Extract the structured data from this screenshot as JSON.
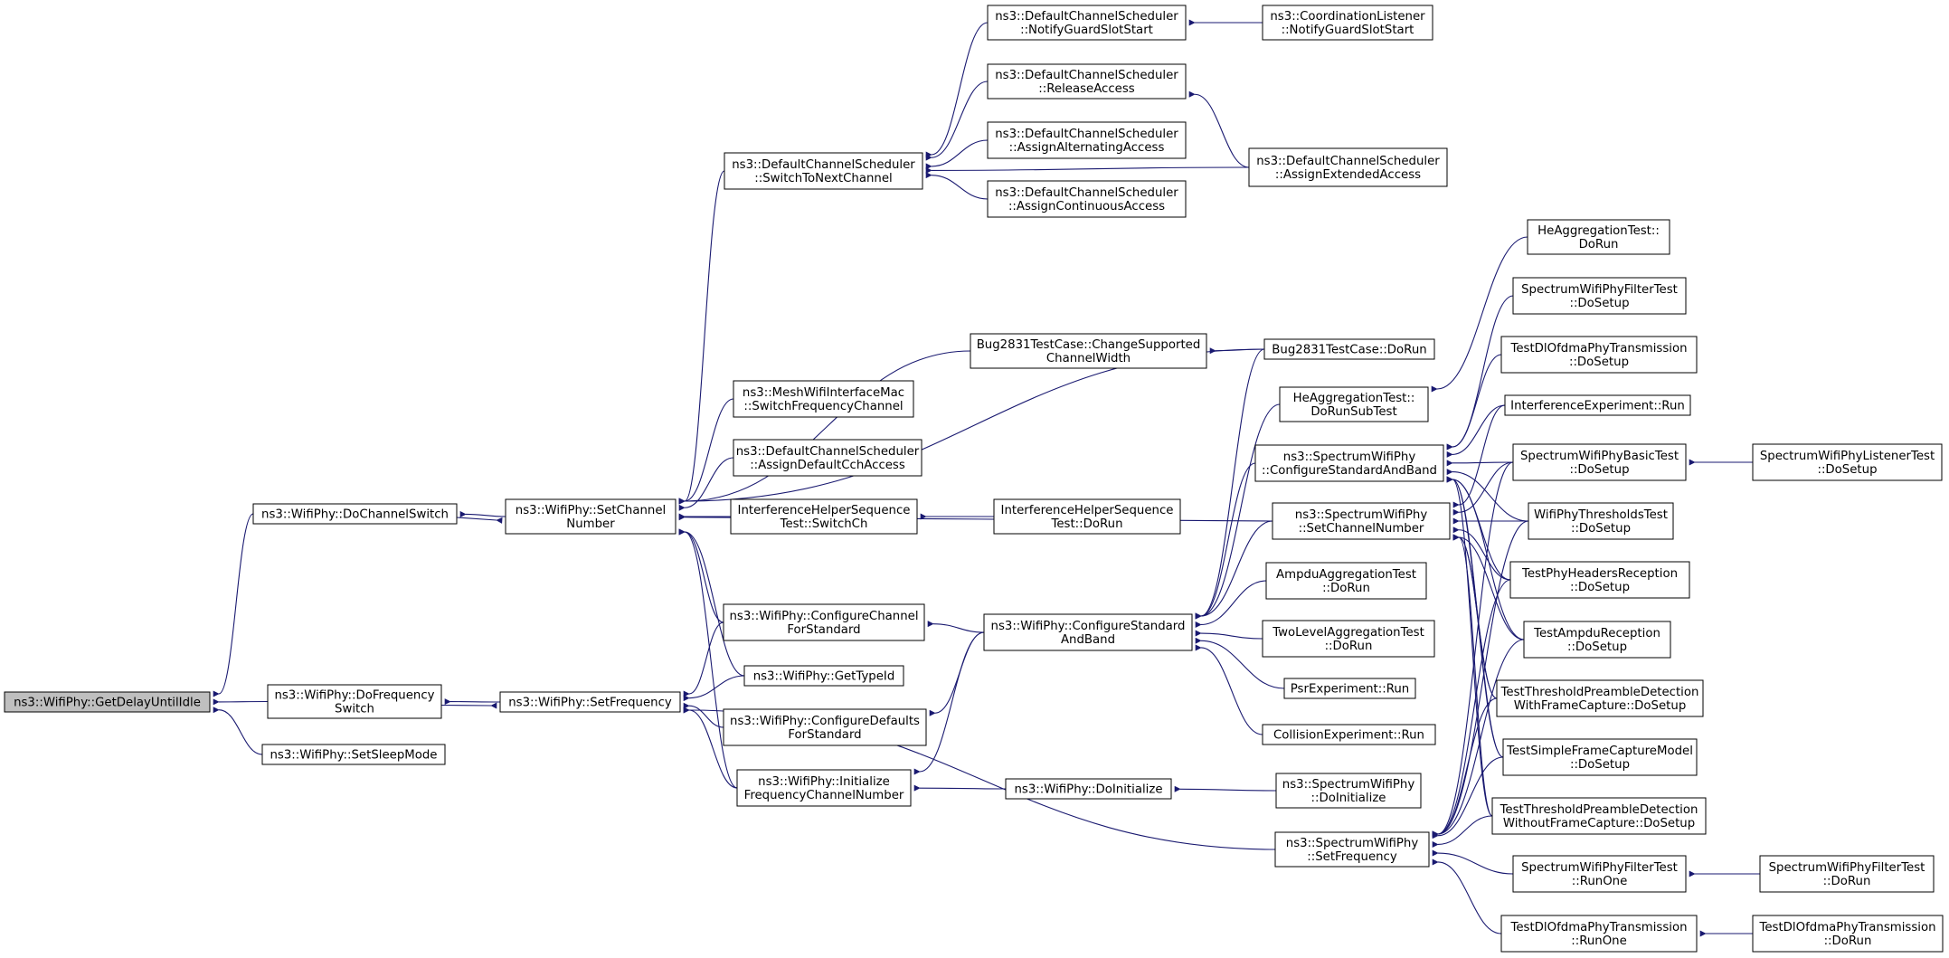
{
  "graph": {
    "colors": {
      "edge": "#191970",
      "node_border": "#000000",
      "node_fill": "#ffffff",
      "focus_fill": "#bfbfbf"
    },
    "nodes": [
      {
        "id": "getdelay",
        "lines": [
          "ns3::WifiPhy::GetDelayUntilIdle"
        ],
        "focus": true
      },
      {
        "id": "dochannelswitch",
        "lines": [
          "ns3::WifiPhy::DoChannelSwitch"
        ]
      },
      {
        "id": "dofrequencyswitch",
        "lines": [
          "ns3::WifiPhy::DoFrequency",
          "Switch"
        ]
      },
      {
        "id": "setsleepmode",
        "lines": [
          "ns3::WifiPhy::SetSleepMode"
        ]
      },
      {
        "id": "setchannelnumber",
        "lines": [
          "ns3::WifiPhy::SetChannel",
          "Number"
        ]
      },
      {
        "id": "setfrequency",
        "lines": [
          "ns3::WifiPhy::SetFrequency"
        ]
      },
      {
        "id": "switchtonext",
        "lines": [
          "ns3::DefaultChannelScheduler",
          "::SwitchToNextChannel"
        ]
      },
      {
        "id": "notifyguard",
        "lines": [
          "ns3::DefaultChannelScheduler",
          "::NotifyGuardSlotStart"
        ]
      },
      {
        "id": "releaseaccess",
        "lines": [
          "ns3::DefaultChannelScheduler",
          "::ReleaseAccess"
        ]
      },
      {
        "id": "assignalt",
        "lines": [
          "ns3::DefaultChannelScheduler",
          "::AssignAlternatingAccess"
        ]
      },
      {
        "id": "assigncont",
        "lines": [
          "ns3::DefaultChannelScheduler",
          "::AssignContinuousAccess"
        ]
      },
      {
        "id": "coordlistener",
        "lines": [
          "ns3::CoordinationListener",
          "::NotifyGuardSlotStart"
        ]
      },
      {
        "id": "assignext",
        "lines": [
          "ns3::DefaultChannelScheduler",
          "::AssignExtendedAccess"
        ]
      },
      {
        "id": "bugchange",
        "lines": [
          "Bug2831TestCase::ChangeSupported",
          "ChannelWidth"
        ]
      },
      {
        "id": "bugdorun",
        "lines": [
          "Bug2831TestCase::DoRun"
        ]
      },
      {
        "id": "meshswitch",
        "lines": [
          "ns3::MeshWifiInterfaceMac",
          "::SwitchFrequencyChannel"
        ]
      },
      {
        "id": "assigndefault",
        "lines": [
          "ns3::DefaultChannelScheduler",
          "::AssignDefaultCchAccess"
        ]
      },
      {
        "id": "ihsswitch",
        "lines": [
          "InterferenceHelperSequence",
          "Test::SwitchCh"
        ]
      },
      {
        "id": "ihsdorun",
        "lines": [
          "InterferenceHelperSequence",
          "Test::DoRun"
        ]
      },
      {
        "id": "configchannel",
        "lines": [
          "ns3::WifiPhy::ConfigureChannel",
          "ForStandard"
        ]
      },
      {
        "id": "configstdband",
        "lines": [
          "ns3::WifiPhy::ConfigureStandard",
          "AndBand"
        ]
      },
      {
        "id": "gettypeid",
        "lines": [
          "ns3::WifiPhy::GetTypeId"
        ]
      },
      {
        "id": "configdefaults",
        "lines": [
          "ns3::WifiPhy::ConfigureDefaults",
          "ForStandard"
        ]
      },
      {
        "id": "initfreq",
        "lines": [
          "ns3::WifiPhy::Initialize",
          "FrequencyChannelNumber"
        ]
      },
      {
        "id": "doinitialize",
        "lines": [
          "ns3::WifiPhy::DoInitialize"
        ]
      },
      {
        "id": "specdoinit",
        "lines": [
          "ns3::SpectrumWifiPhy",
          "::DoInitialize"
        ]
      },
      {
        "id": "specconfig",
        "lines": [
          "ns3::SpectrumWifiPhy",
          "::ConfigureStandardAndBand"
        ]
      },
      {
        "id": "specsetchan",
        "lines": [
          "ns3::SpectrumWifiPhy",
          "::SetChannelNumber"
        ]
      },
      {
        "id": "specsetfreq",
        "lines": [
          "ns3::SpectrumWifiPhy",
          "::SetFrequency"
        ]
      },
      {
        "id": "hesubtest",
        "lines": [
          "HeAggregationTest::",
          "DoRunSubTest"
        ]
      },
      {
        "id": "hedorun",
        "lines": [
          "HeAggregationTest::",
          "DoRun"
        ]
      },
      {
        "id": "ampduagg",
        "lines": [
          "AmpduAggregationTest",
          "::DoRun"
        ]
      },
      {
        "id": "twolevel",
        "lines": [
          "TwoLevelAggregationTest",
          "::DoRun"
        ]
      },
      {
        "id": "psrexp",
        "lines": [
          "PsrExperiment::Run"
        ]
      },
      {
        "id": "collexp",
        "lines": [
          "CollisionExperiment::Run"
        ]
      },
      {
        "id": "filtersetup",
        "lines": [
          "SpectrumWifiPhyFilterTest",
          "::DoSetup"
        ]
      },
      {
        "id": "dlofdmasetup",
        "lines": [
          "TestDlOfdmaPhyTransmission",
          "::DoSetup"
        ]
      },
      {
        "id": "interfexp",
        "lines": [
          "InterferenceExperiment::Run"
        ]
      },
      {
        "id": "basicsetup",
        "lines": [
          "SpectrumWifiPhyBasicTest",
          "::DoSetup"
        ]
      },
      {
        "id": "listenersetup",
        "lines": [
          "SpectrumWifiPhyListenerTest",
          "::DoSetup"
        ]
      },
      {
        "id": "thresholds",
        "lines": [
          "WifiPhyThresholdsTest",
          "::DoSetup"
        ]
      },
      {
        "id": "headersrx",
        "lines": [
          "TestPhyHeadersReception",
          "::DoSetup"
        ]
      },
      {
        "id": "ampdurx",
        "lines": [
          "TestAmpduReception",
          "::DoSetup"
        ]
      },
      {
        "id": "threshwith",
        "lines": [
          "TestThresholdPreambleDetection",
          "WithFrameCapture::DoSetup"
        ]
      },
      {
        "id": "simplecapture",
        "lines": [
          "TestSimpleFrameCaptureModel",
          "::DoSetup"
        ]
      },
      {
        "id": "threshwithout",
        "lines": [
          "TestThresholdPreambleDetection",
          "WithoutFrameCapture::DoSetup"
        ]
      },
      {
        "id": "filterrunone",
        "lines": [
          "SpectrumWifiPhyFilterTest",
          "::RunOne"
        ]
      },
      {
        "id": "filterdorun",
        "lines": [
          "SpectrumWifiPhyFilterTest",
          "::DoRun"
        ]
      },
      {
        "id": "dlofdmarunone",
        "lines": [
          "TestDlOfdmaPhyTransmission",
          "::RunOne"
        ]
      },
      {
        "id": "dlofdmadorun",
        "lines": [
          "TestDlOfdmaPhyTransmission",
          "::DoRun"
        ]
      }
    ],
    "edges": [
      [
        "getdelay",
        "dochannelswitch"
      ],
      [
        "getdelay",
        "dofrequencyswitch"
      ],
      [
        "getdelay",
        "setsleepmode"
      ],
      [
        "dochannelswitch",
        "setchannelnumber"
      ],
      [
        "setchannelnumber",
        "dochannelswitch"
      ],
      [
        "dofrequencyswitch",
        "setfrequency"
      ],
      [
        "setfrequency",
        "dofrequencyswitch"
      ],
      [
        "setchannelnumber",
        "switchtonext"
      ],
      [
        "setchannelnumber",
        "bugdorun"
      ],
      [
        "setchannelnumber",
        "bugchange"
      ],
      [
        "setchannelnumber",
        "meshswitch"
      ],
      [
        "setchannelnumber",
        "assigndefault"
      ],
      [
        "setchannelnumber",
        "ihsswitch"
      ],
      [
        "setchannelnumber",
        "specsetchan"
      ],
      [
        "setchannelnumber",
        "configchannel"
      ],
      [
        "setchannelnumber",
        "gettypeid"
      ],
      [
        "setchannelnumber",
        "initfreq"
      ],
      [
        "switchtonext",
        "notifyguard"
      ],
      [
        "switchtonext",
        "releaseaccess"
      ],
      [
        "switchtonext",
        "assignalt"
      ],
      [
        "switchtonext",
        "assigncont"
      ],
      [
        "switchtonext",
        "assignext"
      ],
      [
        "notifyguard",
        "coordlistener"
      ],
      [
        "releaseaccess",
        "assignext"
      ],
      [
        "bugchange",
        "bugdorun"
      ],
      [
        "ihsswitch",
        "ihsdorun"
      ],
      [
        "setfrequency",
        "configchannel"
      ],
      [
        "setfrequency",
        "gettypeid"
      ],
      [
        "setfrequency",
        "configdefaults"
      ],
      [
        "setfrequency",
        "initfreq"
      ],
      [
        "setfrequency",
        "specsetfreq"
      ],
      [
        "configchannel",
        "configstdband"
      ],
      [
        "configdefaults",
        "configstdband"
      ],
      [
        "initfreq",
        "configstdband"
      ],
      [
        "initfreq",
        "doinitialize"
      ],
      [
        "doinitialize",
        "specdoinit"
      ],
      [
        "configstdband",
        "bugdorun"
      ],
      [
        "configstdband",
        "hesubtest"
      ],
      [
        "configstdband",
        "specconfig"
      ],
      [
        "configstdband",
        "specsetchan"
      ],
      [
        "configstdband",
        "ampduagg"
      ],
      [
        "configstdband",
        "twolevel"
      ],
      [
        "configstdband",
        "psrexp"
      ],
      [
        "configstdband",
        "collexp"
      ],
      [
        "hesubtest",
        "hedorun"
      ],
      [
        "specconfig",
        "filtersetup"
      ],
      [
        "specconfig",
        "dlofdmasetup"
      ],
      [
        "specconfig",
        "interfexp"
      ],
      [
        "specconfig",
        "basicsetup"
      ],
      [
        "specconfig",
        "thresholds"
      ],
      [
        "specconfig",
        "headersrx"
      ],
      [
        "specconfig",
        "ampdurx"
      ],
      [
        "specconfig",
        "threshwith"
      ],
      [
        "specconfig",
        "simplecapture"
      ],
      [
        "specconfig",
        "threshwithout"
      ],
      [
        "specsetchan",
        "interfexp"
      ],
      [
        "specsetchan",
        "basicsetup"
      ],
      [
        "specsetchan",
        "thresholds"
      ],
      [
        "specsetchan",
        "headersrx"
      ],
      [
        "specsetchan",
        "ampdurx"
      ],
      [
        "specsetchan",
        "threshwith"
      ],
      [
        "specsetchan",
        "simplecapture"
      ],
      [
        "specsetchan",
        "threshwithout"
      ],
      [
        "specsetfreq",
        "basicsetup"
      ],
      [
        "specsetfreq",
        "thresholds"
      ],
      [
        "specsetfreq",
        "headersrx"
      ],
      [
        "specsetfreq",
        "ampdurx"
      ],
      [
        "specsetfreq",
        "threshwith"
      ],
      [
        "specsetfreq",
        "simplecapture"
      ],
      [
        "specsetfreq",
        "threshwithout"
      ],
      [
        "specsetfreq",
        "filterrunone"
      ],
      [
        "specsetfreq",
        "dlofdmarunone"
      ],
      [
        "basicsetup",
        "listenersetup"
      ],
      [
        "filterrunone",
        "filterdorun"
      ],
      [
        "dlofdmarunone",
        "dlofdmadorun"
      ]
    ]
  }
}
